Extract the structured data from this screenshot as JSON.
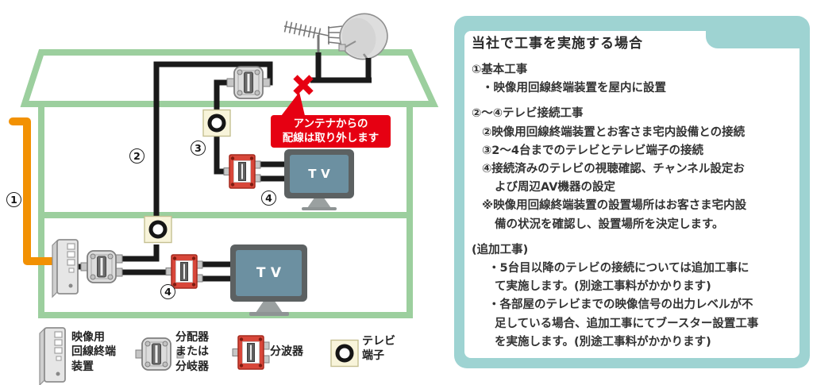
{
  "diagram": {
    "tv_label": "TV",
    "balloon_line1": "アンテナからの",
    "balloon_line2": "配線は取り外します",
    "steps": {
      "one": "1",
      "two": "2",
      "three": "3",
      "four": "4"
    }
  },
  "legend": {
    "onu": "映像用\n回線終端\n装置",
    "splitter": "分配器\nまたは\n分岐器",
    "separator": "分波器",
    "outlet": "テレビ\n端子"
  },
  "panel": {
    "title": "当社で工事を実施する場合",
    "lines": [
      "①基本工事",
      "・映像用回線終端装置を屋内に設置",
      "②～④テレビ接続工事",
      "②映像用回線終端装置とお客さま宅内設備との接続",
      "③2～4台までのテレビとテレビ端子の接続",
      "④接続済みのテレビの視聴確認、チャンネル設定お",
      "よび周辺AV機器の設定",
      "※映像用回線終端装置の設置場所はお客さま宅内設",
      "備の状況を確認し、設置場所を決定します。",
      "(追加工事)",
      "・5台目以降のテレビの接続については追加工事に",
      "て実施します。(別途工事料がかかります)",
      "・各部屋のテレビまでの映像信号の出力レベルが不",
      "足している場合、追加工事にてブースター設置工事",
      "を実施します。(別途工事料がかかります)"
    ]
  },
  "colors": {
    "house_green": "#9ccf9e",
    "panel_teal": "#9ed3d2",
    "cable_black": "#1a1a1a",
    "cable_orange": "#f29103",
    "alert_red": "#e60012",
    "device_red": "#d8473a",
    "tv_screen": "#6c90a1"
  }
}
